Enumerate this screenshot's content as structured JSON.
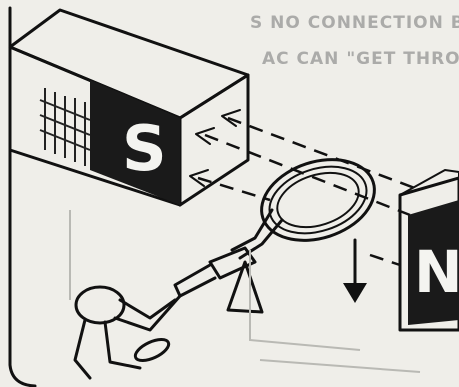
{
  "background_text": {
    "line1": "S NO CONNECTION BETWEEN",
    "line2": "AC CAN \"GET THROUGH\" T"
  },
  "magnets": {
    "south_label": "S",
    "north_label": "N"
  },
  "colors": {
    "paper": "#efeee9",
    "ink": "#111111",
    "ghost_text": "#8f8f8f"
  }
}
